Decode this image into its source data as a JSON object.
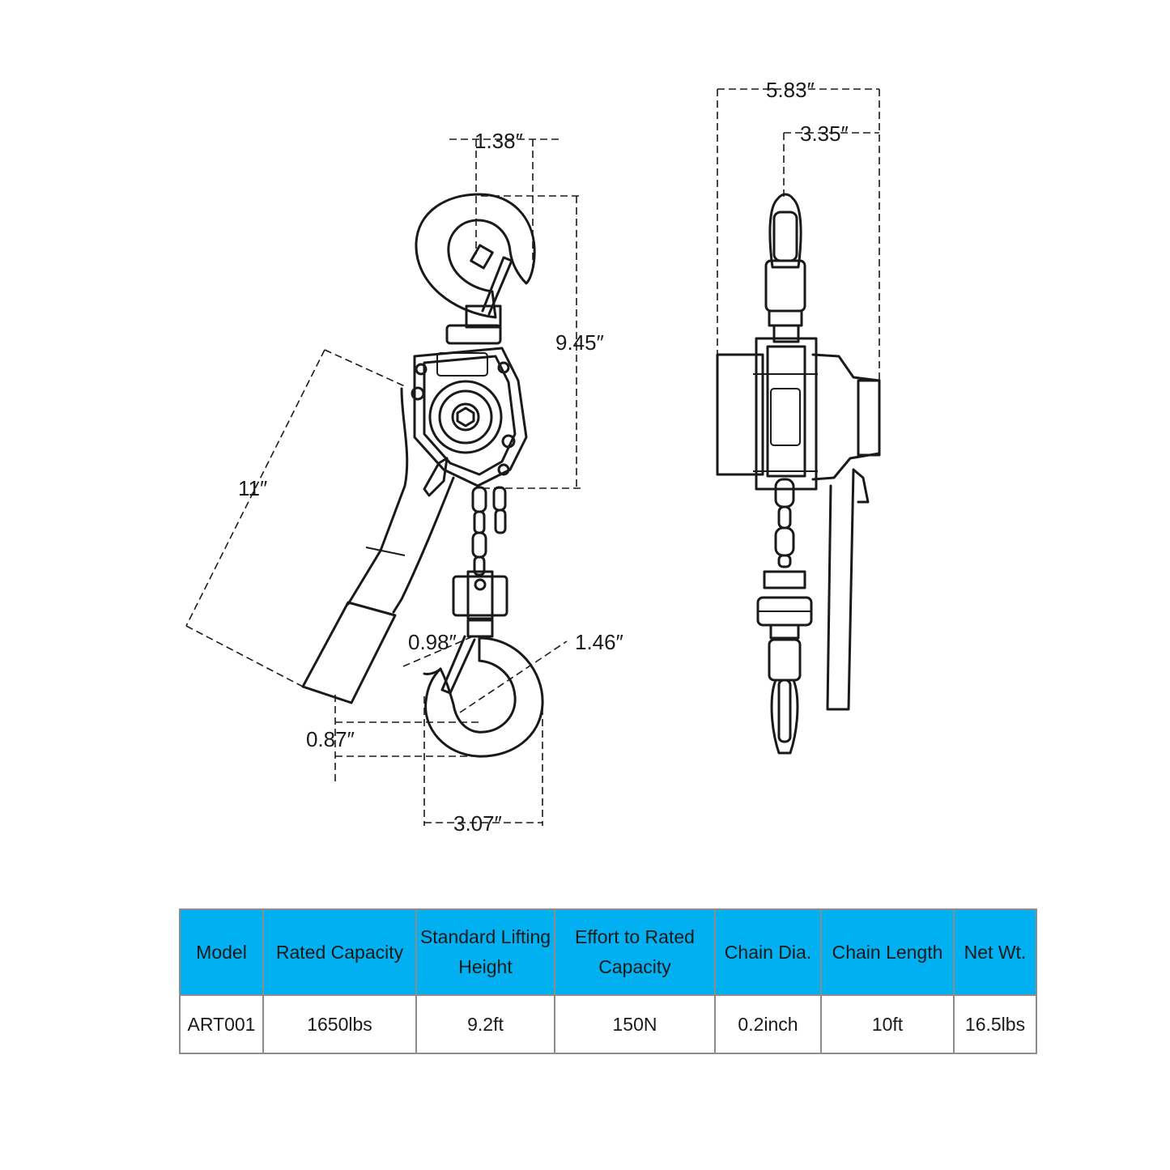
{
  "dimensions": {
    "top_hook_width": "1.38″",
    "side_total_width": "5.83″",
    "side_offset": "3.35″",
    "body_height": "9.45″",
    "handle_length": "11″",
    "latch_opening": "0.98″",
    "hook_throat": "1.46″",
    "hook_offset": "0.87″",
    "bottom_hook_width": "3.07″"
  },
  "table": {
    "headers": [
      "Model",
      "Rated Capacity",
      "Standard Lifting Height",
      "Effort to Rated Capacity",
      "Chain Dia.",
      "Chain Length",
      "Net Wt."
    ],
    "rows": [
      [
        "ART001",
        "1650lbs",
        "9.2ft",
        "150N",
        "0.2inch",
        "10ft",
        "16.5lbs"
      ]
    ]
  },
  "colors": {
    "header_bg": "#00b0f0",
    "border": "#8c8c8c",
    "line": "#1a1a1a"
  }
}
